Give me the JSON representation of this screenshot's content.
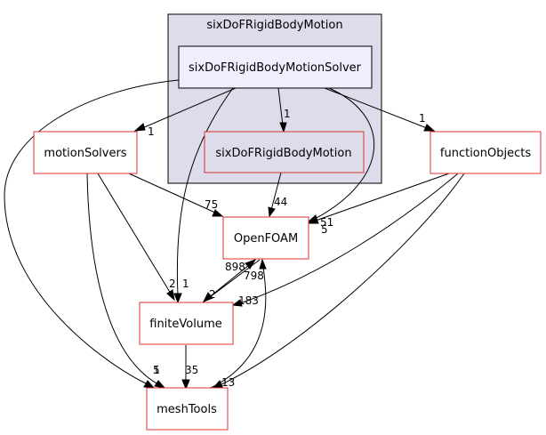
{
  "cluster": {
    "label": "sixDoFRigidBodyMotion"
  },
  "nodes": {
    "solver": "sixDoFRigidBodyMotionSolver",
    "inner_motion": "sixDoFRigidBodyMotion",
    "motionSolvers": "motionSolvers",
    "functionObjects": "functionObjects",
    "openfoam": "OpenFOAM",
    "finiteVolume": "finiteVolume",
    "meshTools": "meshTools"
  },
  "edge_labels": {
    "solver_motionSolvers": "1",
    "solver_inner": "1",
    "solver_functionObjects": "1",
    "solver_finiteVolume": "1",
    "solver_openfoam": "5",
    "solver_meshTools": "1",
    "inner_openfoam": "44",
    "motionSolvers_openfoam": "75",
    "motionSolvers_finiteVolume": "2",
    "motionSolvers_meshTools": "5",
    "functionObjects_openfoam": "51",
    "functionObjects_finiteVolume": "183",
    "functionObjects_meshTools": "13",
    "finiteVolume_openfoam": "898",
    "openfoam_finiteVolume": "2",
    "meshTools_openfoam": "798",
    "finiteVolume_meshTools": "35"
  },
  "colors": {
    "cluster_fill": "#dcdcea",
    "cluster_stroke": "#000000",
    "solver_fill": "#eeeeff",
    "node_stroke_red": "#e03030",
    "edge": "#000000"
  }
}
